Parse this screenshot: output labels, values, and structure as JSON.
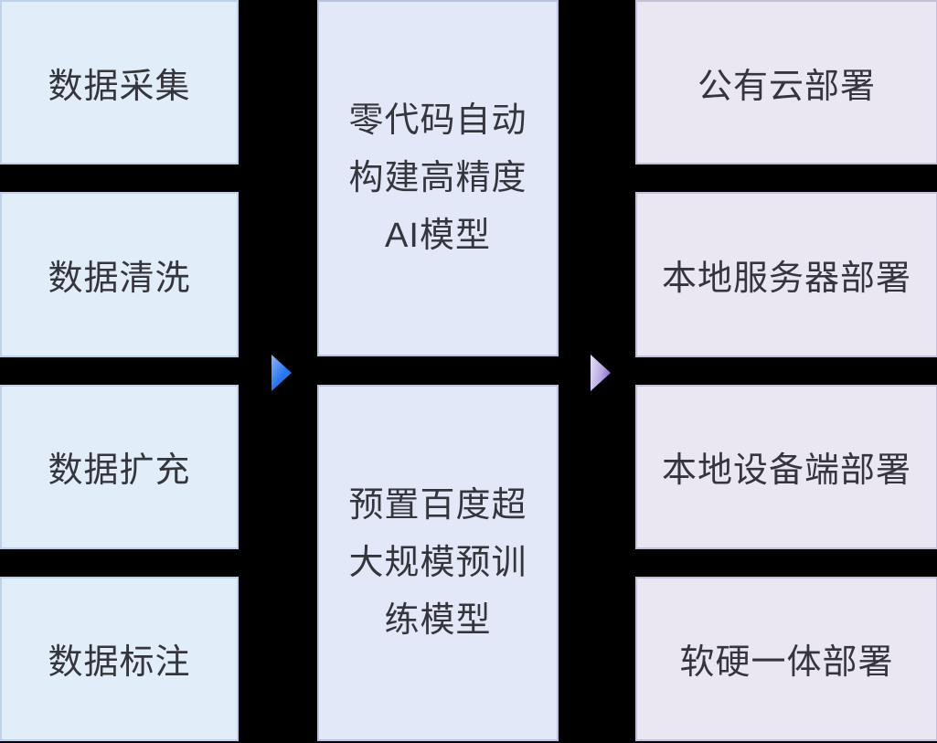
{
  "diagram": {
    "background_color": "#000000",
    "text_color": "#35353c",
    "columns": [
      {
        "name": "data-preparation",
        "box_fill": "#e2edfa",
        "box_border": "#bdd0ec",
        "items": [
          {
            "label": "数据采集"
          },
          {
            "label": "数据清洗"
          },
          {
            "label": "数据扩充"
          },
          {
            "label": "数据标注"
          }
        ]
      },
      {
        "name": "model-building",
        "box_fill": "#e3e8f9",
        "box_border": "#b8c2e4",
        "items": [
          {
            "label": "零代码自动构建高精度AI模型",
            "lines": [
              "零代码自动",
              "构建高精度",
              "AI模型"
            ]
          },
          {
            "label": "预置百度超大规模预训练模型",
            "lines": [
              "预置百度超",
              "大规模预训",
              "练模型"
            ]
          }
        ]
      },
      {
        "name": "deployment",
        "box_fill": "#eae7f3",
        "box_border": "#c7bedd",
        "items": [
          {
            "label": "公有云部署"
          },
          {
            "label": "本地服务器部署"
          },
          {
            "label": "本地设备端部署"
          },
          {
            "label": "软硬一体部署"
          }
        ]
      }
    ],
    "arrows": [
      {
        "name": "flow-arrow-blue",
        "gradient_from": "#8fb9f8",
        "gradient_to": "#1f6ceb"
      },
      {
        "name": "flow-arrow-purple",
        "gradient_from": "#e7e1f6",
        "gradient_to": "#7a54c6"
      }
    ]
  }
}
